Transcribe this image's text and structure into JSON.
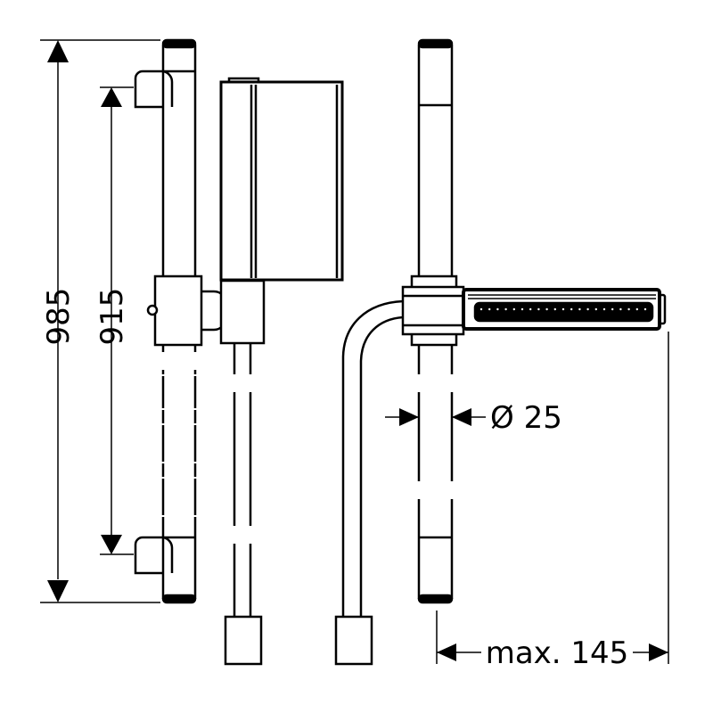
{
  "dimensions": {
    "total_height": "985",
    "bracket_spacing": "915",
    "diameter": "Ø 25",
    "projection": "max. 145"
  },
  "colors": {
    "line": "#000000",
    "background": "#ffffff"
  }
}
